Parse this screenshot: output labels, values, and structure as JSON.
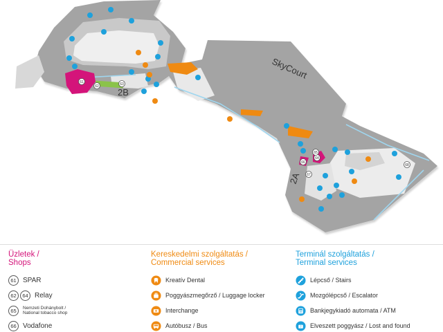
{
  "map": {
    "area_labels": {
      "skycourt": "SkyCourt",
      "terminal_2b": "2B",
      "terminal_2a": "2A"
    },
    "shop_markers": [
      "61",
      "62",
      "63",
      "64",
      "65",
      "66",
      "67",
      "68"
    ],
    "colors": {
      "building": "#9b9b9b",
      "building_light": "#cfcfcf",
      "interior": "#f3f3f3",
      "shop": "#d4147a",
      "commercial": "#ef8a12",
      "terminal": "#1ea1dc"
    }
  },
  "legend": {
    "shops": {
      "title_line1": "Üzletek /",
      "title_line2": "Shops",
      "items": [
        {
          "numbers": [
            "61"
          ],
          "label": "SPAR"
        },
        {
          "numbers": [
            "62",
            "64"
          ],
          "label": "Relay"
        },
        {
          "numbers": [
            "65"
          ],
          "label_line1": "Nemzeti Dohánybolt /",
          "label_line2": "National tobacco shop"
        },
        {
          "numbers": [
            "66"
          ],
          "label": "Vodafone"
        }
      ]
    },
    "commercial": {
      "title_line1": "Kereskedelmi szolgáltatás /",
      "title_line2": "Commercial services",
      "items": [
        {
          "icon": "dental-icon",
          "label": "Kreatív Dental"
        },
        {
          "icon": "luggage-locker-icon",
          "label": "Poggyászmegőrző / Luggage locker"
        },
        {
          "icon": "interchange-icon",
          "label": "Interchange"
        },
        {
          "icon": "bus-icon",
          "label": "Autóbusz / Bus"
        }
      ]
    },
    "terminal": {
      "title_line1": "Terminál szolgáltatás /",
      "title_line2": "Terminal services",
      "items": [
        {
          "icon": "stairs-icon",
          "label": "Lépcső / Stairs"
        },
        {
          "icon": "escalator-icon",
          "label": "Mozgólépcső / Escalator"
        },
        {
          "icon": "atm-icon",
          "label": "Bankjegykiadó automata / ATM"
        },
        {
          "icon": "lost-and-found-icon",
          "label": "Elveszett poggyász / Lost and found"
        }
      ]
    }
  }
}
